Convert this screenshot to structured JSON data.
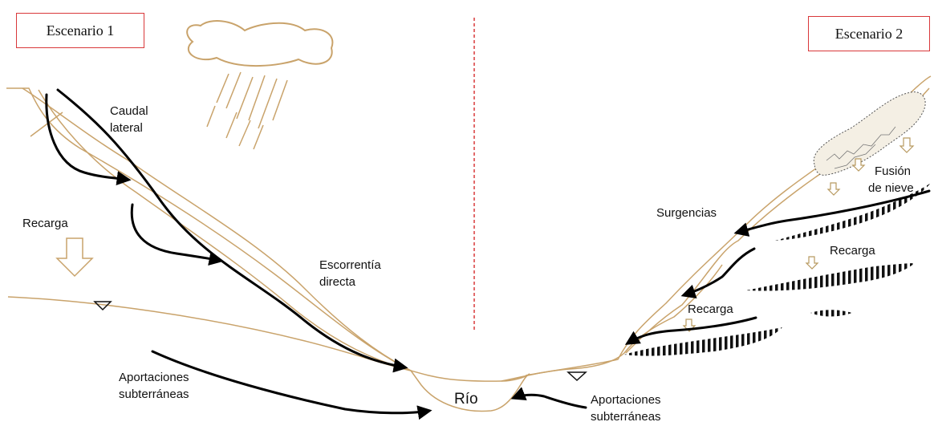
{
  "scenarios": {
    "left": "Escenario 1",
    "right": "Escenario 2"
  },
  "labels": {
    "caudal_lateral_1": "Caudal",
    "caudal_lateral_2": "lateral",
    "recarga_left": "Recarga",
    "escorrentia_1": "Escorrentía",
    "escorrentia_2": "directa",
    "aportaciones_left_1": "Aportaciones",
    "aportaciones_left_2": "subterráneas",
    "rio": "Río",
    "aportaciones_right_1": "Aportaciones",
    "aportaciones_right_2": "subterráneas",
    "fusion_1": "Fusión",
    "fusion_2": "de nieve",
    "surgencias": "Surgencias",
    "recarga_right_upper": "Recarga",
    "recarga_right_lower": "Recarga"
  },
  "colors": {
    "terrain_line": "#c9a36b",
    "arrow": "#000000",
    "divider": "#d9383a",
    "box_border": "#d9383a",
    "recharge_arrow_outline": "#b89a60"
  },
  "icons": {
    "cloud": "cloud-icon",
    "rain": "rain-icon",
    "snow": "snow-patch-icon",
    "water_table": "water-table-triangle-icon"
  }
}
